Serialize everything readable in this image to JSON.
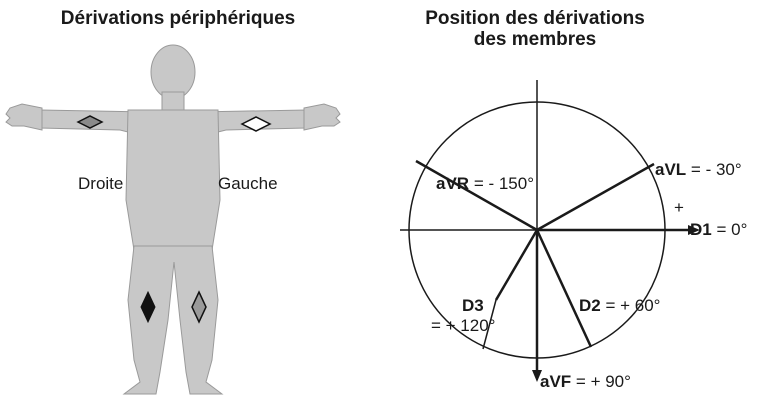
{
  "left_panel": {
    "title": "Dérivations périphériques",
    "right_side_label": "Droite",
    "left_side_label": "Gauche"
  },
  "right_panel": {
    "title_line1": "Position des dérivations",
    "title_line2": "des membres",
    "plus_sign": "+",
    "leads": {
      "avr": {
        "name": "aVR",
        "value": "= - 150°"
      },
      "avl": {
        "name": "aVL",
        "value": "= - 30°"
      },
      "d1": {
        "name": "D1",
        "value": "= 0°"
      },
      "d2": {
        "name": "D2",
        "value": "= + 60°"
      },
      "d3": {
        "name": "D3",
        "value": "= + 120°"
      },
      "avf": {
        "name": "aVF",
        "value": "= + 90°"
      }
    }
  },
  "colors": {
    "body_fill": "#c8c8c8",
    "electrode_dark": "#111111",
    "electrode_gray": "#8a8a8a",
    "electrode_white": "#ffffff",
    "line": "#1a1a1a"
  }
}
